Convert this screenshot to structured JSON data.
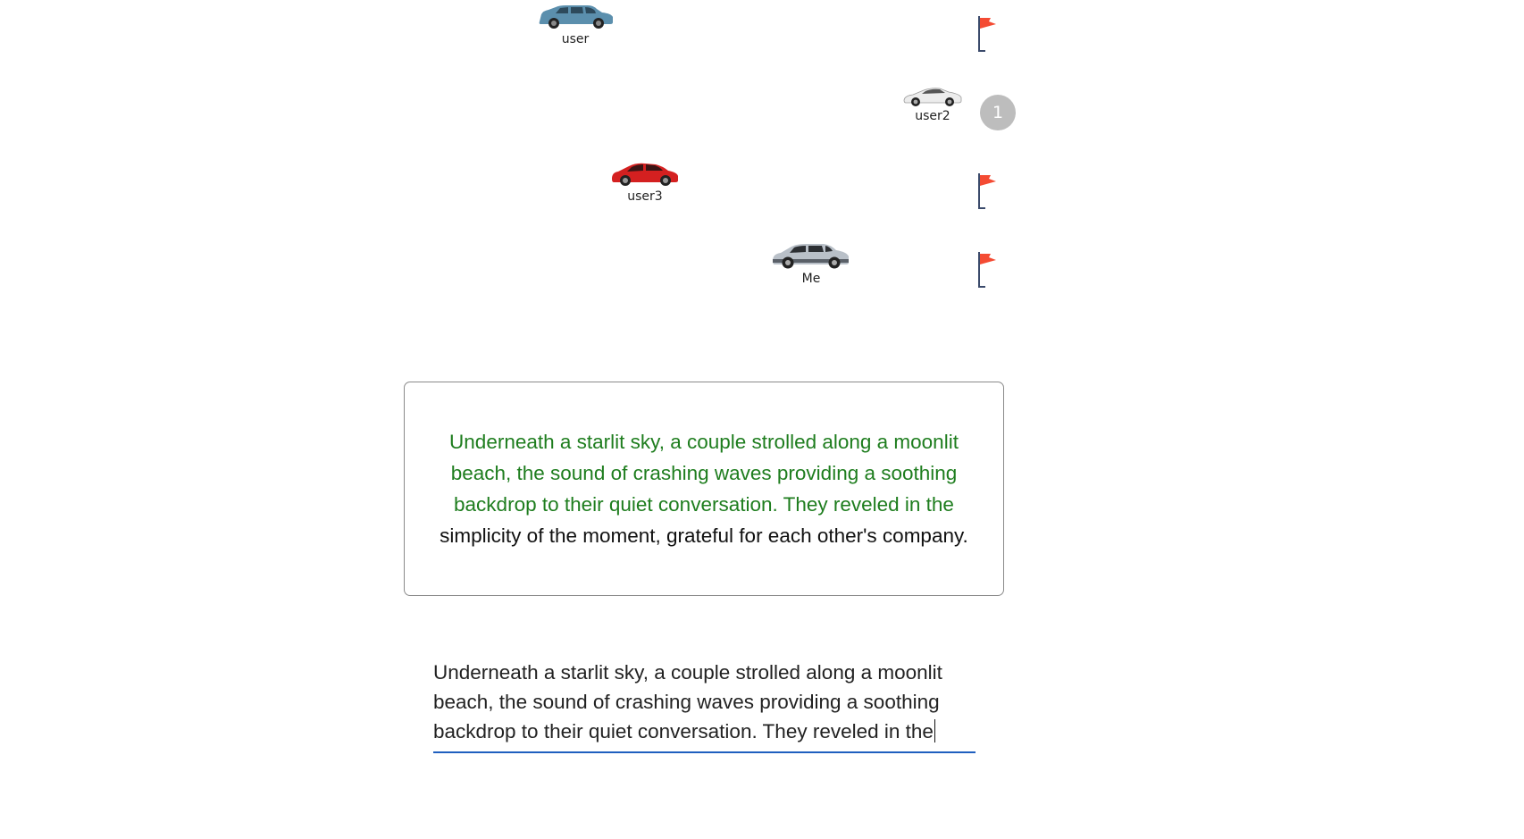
{
  "race": {
    "racers": [
      {
        "name": "user",
        "car_color": "#5b8fad",
        "car_style": "suv"
      },
      {
        "name": "user2",
        "car_color": "#e9e9e9",
        "car_style": "sports"
      },
      {
        "name": "user3",
        "car_color": "#d42020",
        "car_style": "hatchback"
      },
      {
        "name": "Me",
        "car_color": "#b9c0c8",
        "car_style": "crossover"
      }
    ],
    "finish_rank": {
      "racer": "user2",
      "rank": "1"
    },
    "lane_markers": [
      "flag-icon",
      "flag-icon",
      "flag-icon"
    ],
    "colors": {
      "flag": "#f44b33",
      "flag_pole": "#3a4a6b",
      "rank_badge": "#bdbdbd"
    }
  },
  "prompt": {
    "typed_portion": "Underneath a starlit sky, a couple strolled along a moonlit beach, the sound of crashing waves providing a soothing backdrop to their quiet conversation. They reveled in the",
    "remaining_portion": " simplicity of the moment, grateful for each other's company.",
    "colors": {
      "typed": "#1e7d1e",
      "remaining": "#111111"
    }
  },
  "input": {
    "value": "Underneath a starlit sky, a couple strolled along a moonlit beach, the sound of crashing waves providing a soothing backdrop to their quiet conversation. They reveled in the",
    "underline_color": "#1f5fbf"
  }
}
